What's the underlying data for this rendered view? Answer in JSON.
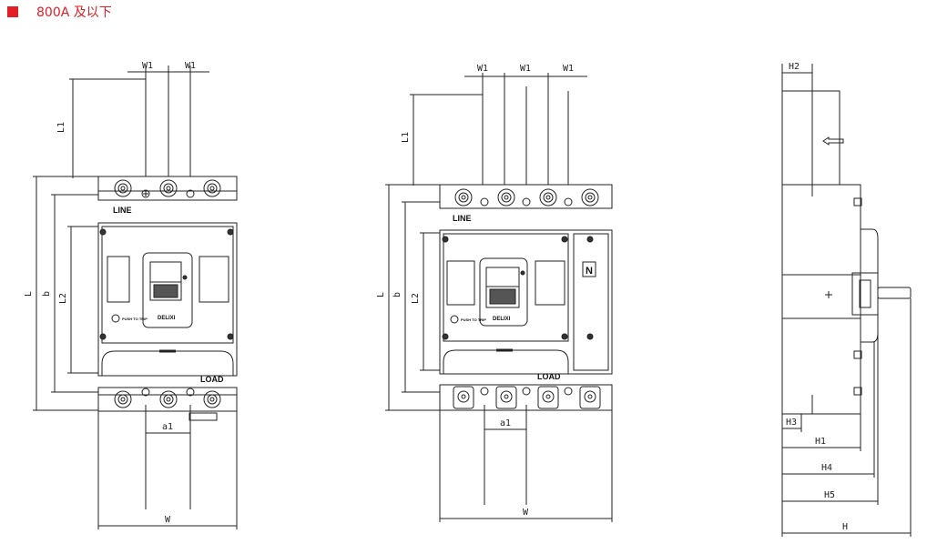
{
  "header": {
    "title": "800A 及以下",
    "accent": "#e41e26"
  },
  "front3p": {
    "dims": {
      "w1": "W1",
      "l1": "L1",
      "l": "L",
      "b": "b",
      "l2": "L2",
      "a1": "a1",
      "w": "W"
    },
    "labels": {
      "line": "LINE",
      "load": "LOAD",
      "push": "PUSH TO TRIP",
      "brand": "DELIXI"
    }
  },
  "front4p": {
    "dims": {
      "w1": "W1",
      "l1": "L1",
      "l": "L",
      "b": "b",
      "l2": "L2",
      "a1": "a1",
      "w": "W"
    },
    "labels": {
      "line": "LINE",
      "load": "LOAD",
      "push": "PUSH TO TRIP",
      "brand": "DELIXI",
      "neutral": "N"
    }
  },
  "side": {
    "dims": {
      "h2": "H2",
      "h3": "H3",
      "h1": "H1",
      "h4": "H4",
      "h5": "H5",
      "h": "H"
    }
  }
}
